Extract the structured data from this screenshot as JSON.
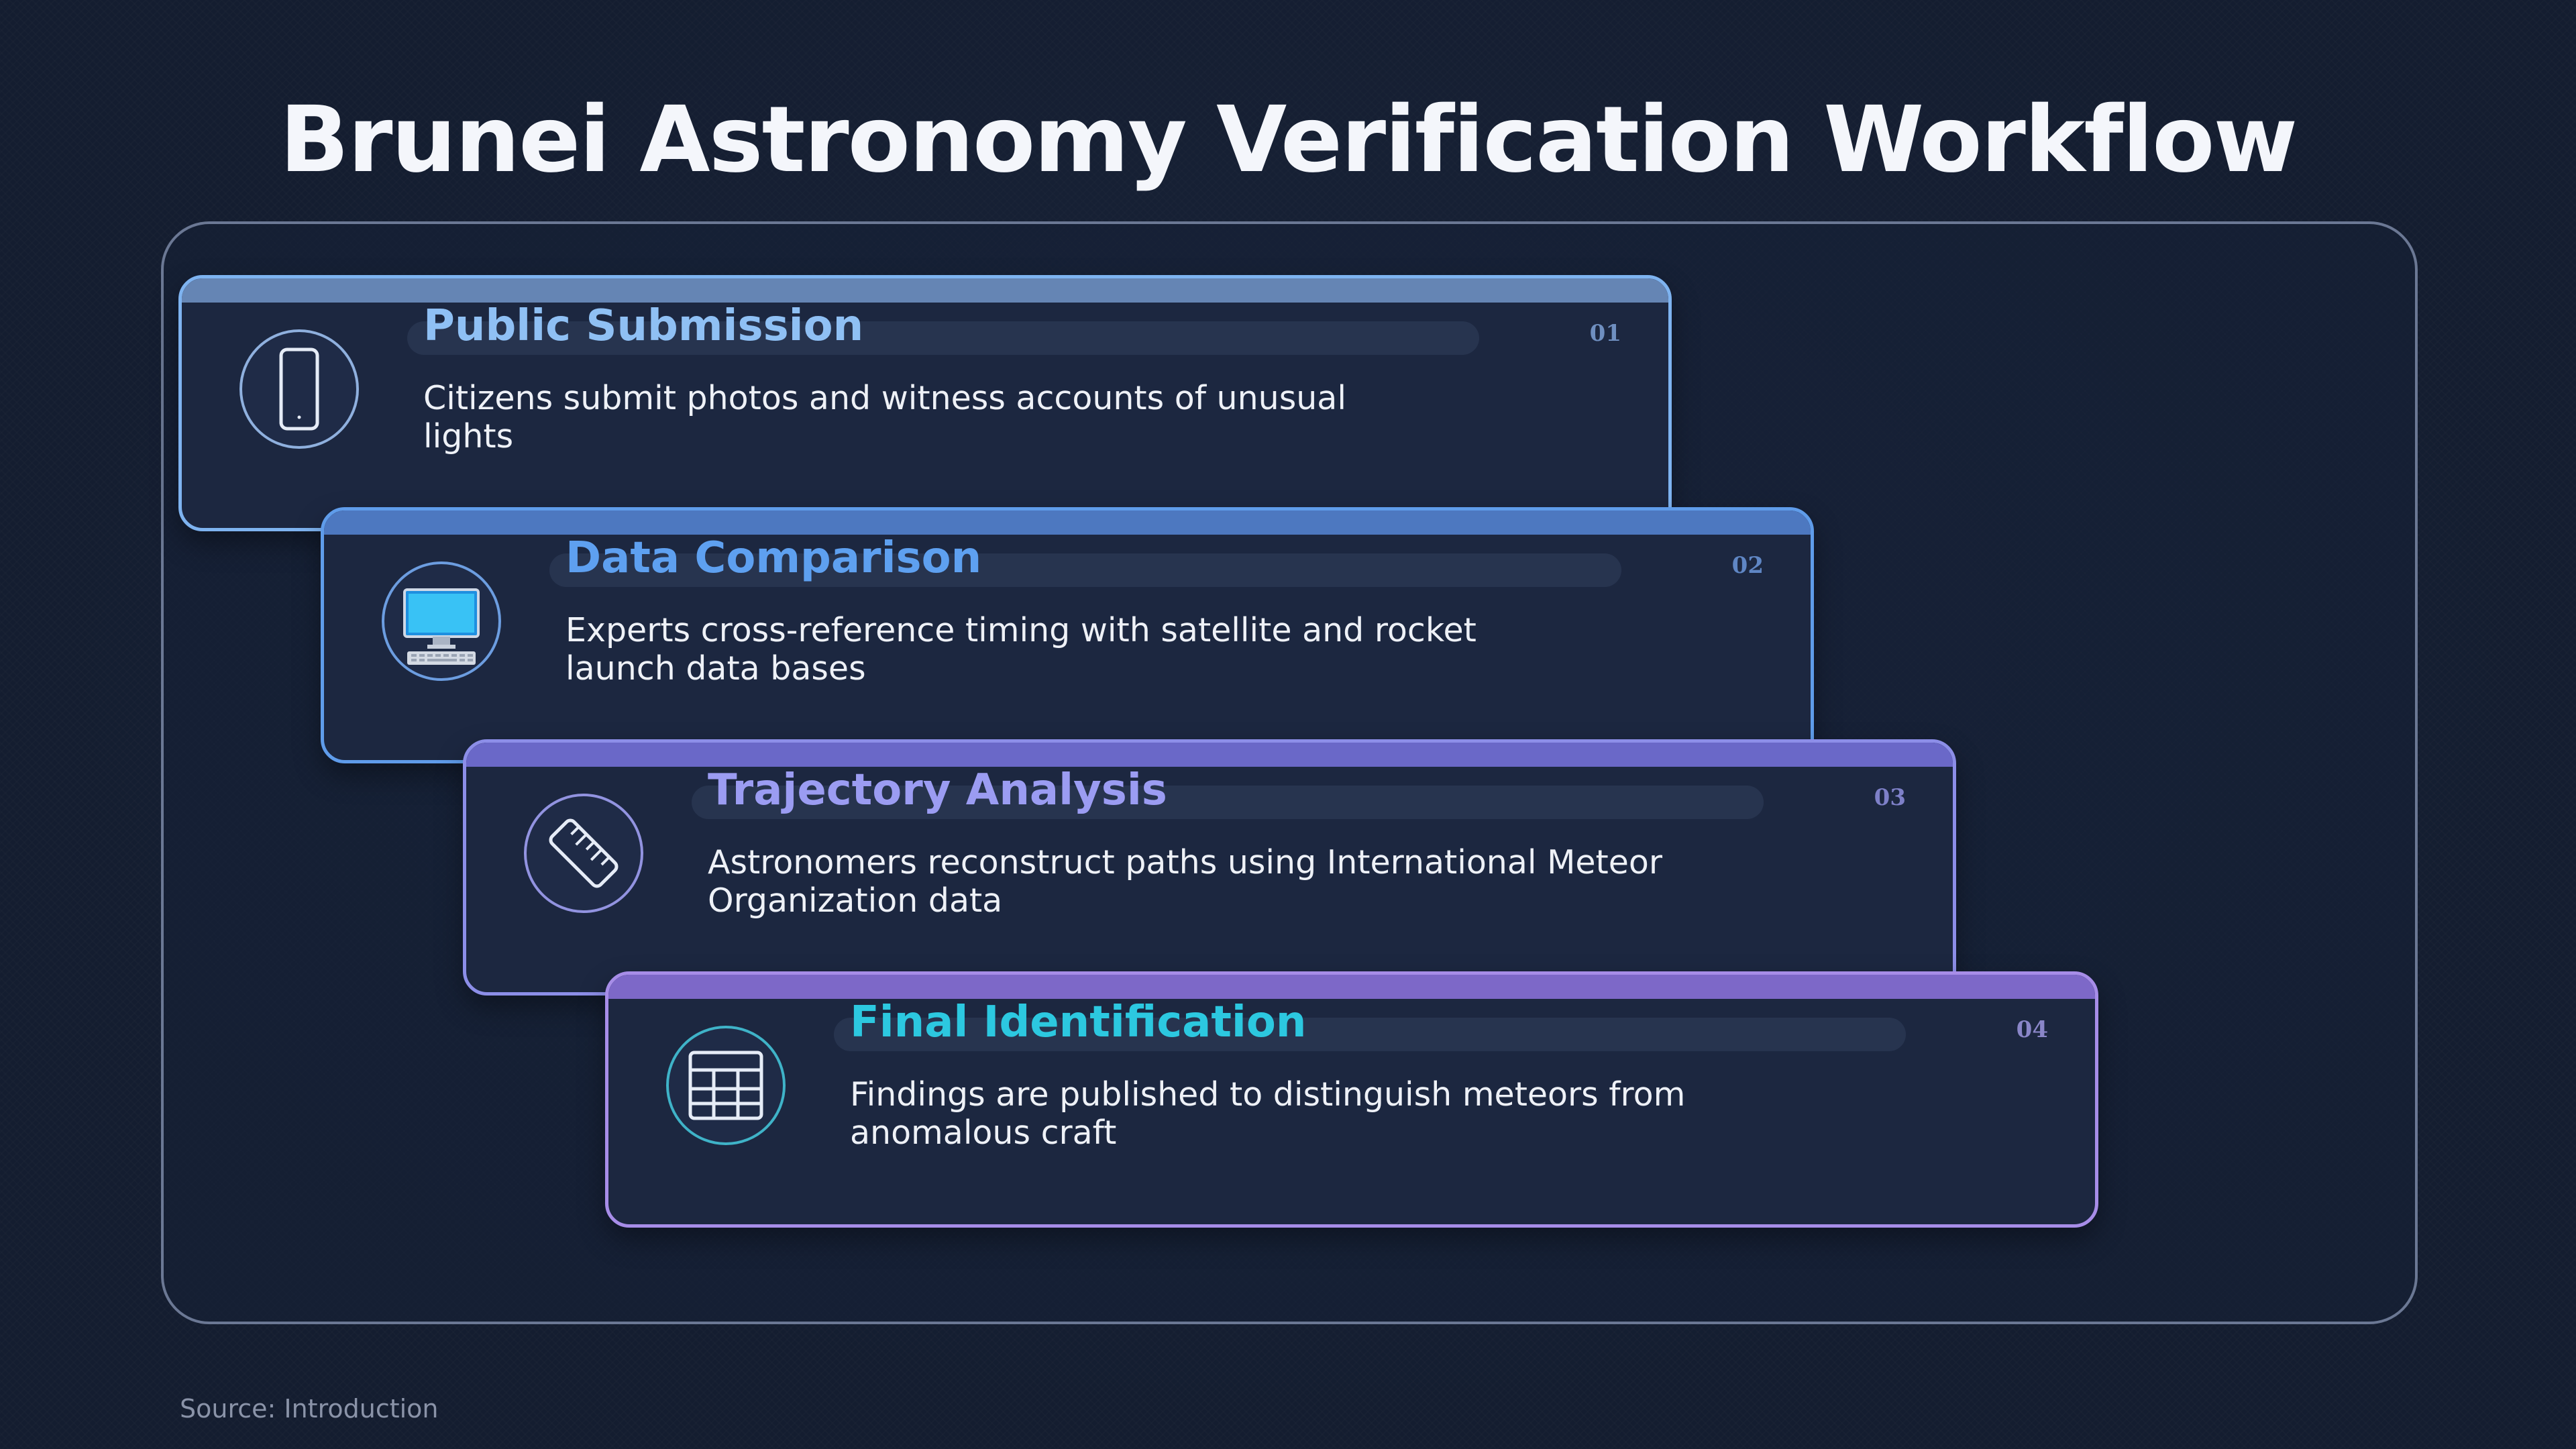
{
  "title": "Brunei Astronomy Verification Workflow",
  "steps": [
    {
      "number": "01",
      "title": "Public Submission",
      "description": "Citizens submit photos and witness accounts of unusual lights",
      "icon": "smartphone-icon",
      "accent": "#8fc0f4"
    },
    {
      "number": "02",
      "title": "Data Comparison",
      "description": "Experts cross-reference timing with satellite and rocket launch data bases",
      "icon": "desktop-computer-icon",
      "accent": "#5ea0f0"
    },
    {
      "number": "03",
      "title": "Trajectory Analysis",
      "description": "Astronomers reconstruct paths using International Meteor Organization data",
      "icon": "ruler-icon",
      "accent": "#9b9cf2"
    },
    {
      "number": "04",
      "title": "Final Identification",
      "description": "Findings are published to distinguish meteors from anomalous craft",
      "icon": "table-grid-icon",
      "accent": "#2cc8e0"
    }
  ],
  "source": "Source: Introduction"
}
